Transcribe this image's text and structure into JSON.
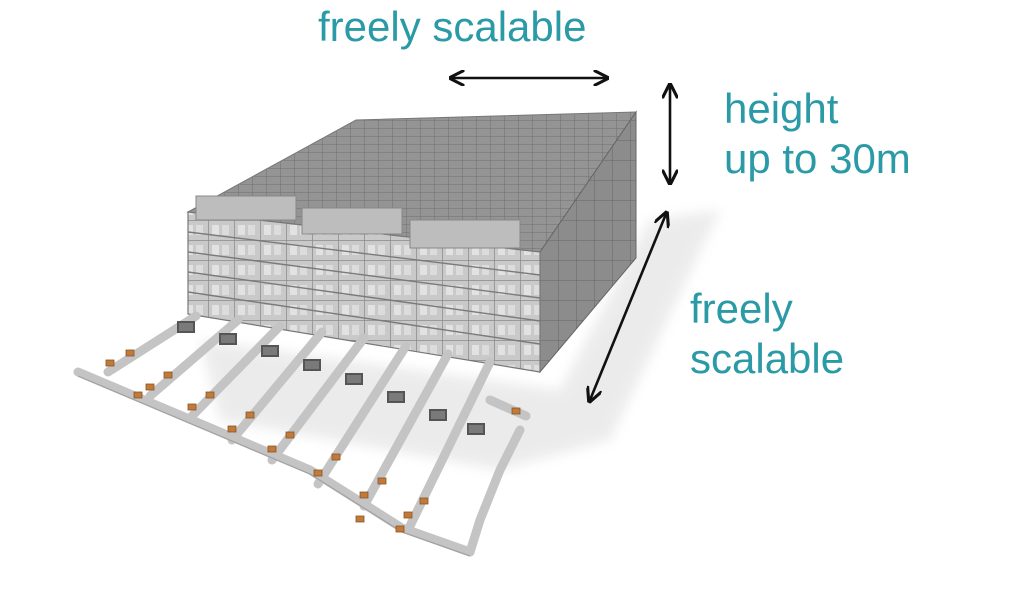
{
  "labels": {
    "width": "freely scalable",
    "height_line1": "height",
    "height_line2": "up to 30m",
    "depth_line1": "freely",
    "depth_line2": "scalable"
  },
  "colors": {
    "label_text": "#2a9aa6",
    "arrow": "#111111",
    "rack_top": "#8f8f8f",
    "rack_front": "#b9b9b9",
    "rack_side": "#7d7d7d",
    "totes": "#c07a3a",
    "conveyor": "#cfcfcf"
  },
  "icons": {
    "width_arrow": "double-headed-horizontal-arrow",
    "height_arrow": "double-headed-vertical-arrow",
    "depth_arrow": "double-headed-diagonal-arrow"
  }
}
